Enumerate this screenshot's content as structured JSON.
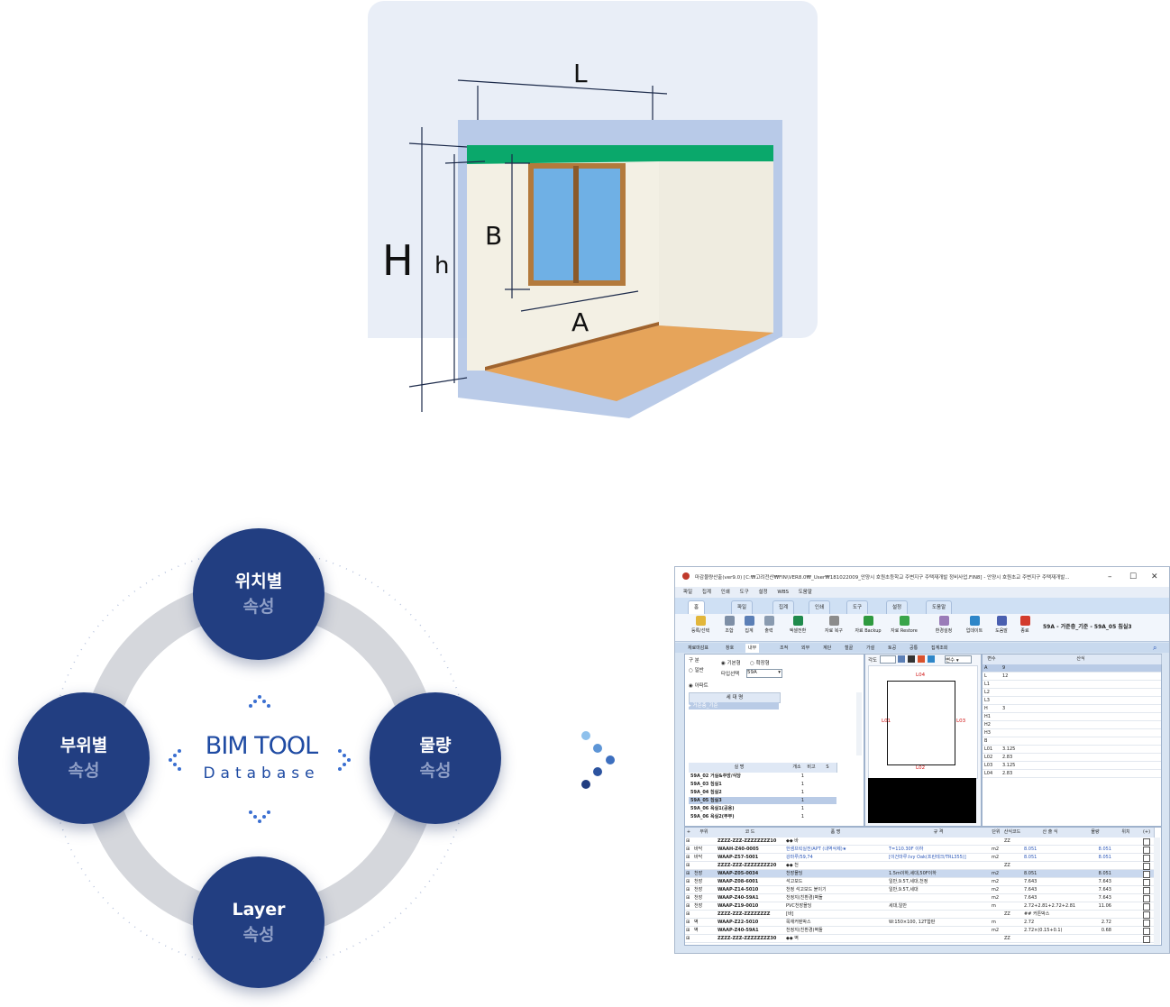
{
  "room": {
    "labels": {
      "L": "L",
      "H": "H",
      "h": "h",
      "B": "B",
      "A": "A"
    }
  },
  "diagram": {
    "center": {
      "title": "BIM TOOL",
      "subtitle": "Database"
    },
    "nodes": {
      "top": {
        "line1": "위치별",
        "line2": "속성"
      },
      "left": {
        "line1": "부위별",
        "line2": "속성"
      },
      "right": {
        "line1": "물량",
        "line2": "속성"
      },
      "bottom": {
        "line1": "Layer",
        "line2": "속성"
      }
    },
    "colors": {
      "node": "#223e81",
      "ring": "#d5d7dc",
      "accent": "#1f4ba3"
    }
  },
  "app": {
    "title": "마감물량산출(ver9.0) [C:₩고려전산₩FIN\\VER8.0₩_User₩181022009_안양시 호원초등학교 주변지구 주택재개발 정비사업.FIN8] - 안양시 호원초교 주변지구 주택재개발...",
    "window_buttons": [
      "–",
      "☐",
      "✕"
    ],
    "menu": [
      "파일",
      "집계",
      "인쇄",
      "도구",
      "설정",
      "WBS",
      "도움말"
    ],
    "ribbon_tabs": [
      "홈",
      "파일",
      "집계",
      "인쇄",
      "도구",
      "설정",
      "도움말"
    ],
    "ribbon_buttons": [
      "등록/선택",
      "조합",
      "집계",
      "출력",
      "엑셀전환",
      "자료 복구",
      "자료 Backup",
      "자료 Restore",
      "환경설정",
      "업데이트",
      "도움말",
      "종료"
    ],
    "ribbon_path": "59A - 거준층_기준 - 59A_05 침실3",
    "subtabs": [
      "재료마감표",
      "창호",
      "내부",
      "조적",
      "외부",
      "계단",
      "철골",
      "가설",
      "토공",
      "공통",
      "집계조회"
    ],
    "left_panel": {
      "group_label": "구 분",
      "radio_general": "일반",
      "radio_apartment": "아파트",
      "radio_basic": "기본형",
      "radio_extended": "확장형",
      "type_label": "타입선택",
      "type_value": "59A",
      "floor_header": "세 대 명",
      "floor_value": "거준층_기준",
      "room_headers": [
        "실 명",
        "개소",
        "비고",
        "S"
      ],
      "rooms": [
        {
          "name": "59A_02 거실&주방/식당",
          "count": "1"
        },
        {
          "name": "59A_03 침실1",
          "count": "1"
        },
        {
          "name": "59A_04 침실2",
          "count": "1"
        },
        {
          "name": "59A_05 침실3",
          "count": "1"
        },
        {
          "name": "59A_06 욕실1(공용)",
          "count": "1"
        },
        {
          "name": "59A_06 욕실2(부부)",
          "count": "1"
        }
      ]
    },
    "plan": {
      "toolbar_label": "각도",
      "dropdown": "변수",
      "labels": {
        "top": "L04",
        "left": "L01",
        "right": "L03",
        "bottom": "L02"
      }
    },
    "vars": {
      "headers": [
        "변수",
        "산식"
      ],
      "rows": [
        {
          "name": "A",
          "value": "9"
        },
        {
          "name": "L",
          "value": "12"
        },
        {
          "name": "L1",
          "value": ""
        },
        {
          "name": "L2",
          "value": ""
        },
        {
          "name": "L3",
          "value": ""
        },
        {
          "name": "H",
          "value": "3"
        },
        {
          "name": "H1",
          "value": ""
        },
        {
          "name": "H2",
          "value": ""
        },
        {
          "name": "H3",
          "value": ""
        },
        {
          "name": "B",
          "value": ""
        },
        {
          "name": "L01",
          "value": "3.125"
        },
        {
          "name": "L02",
          "value": "2.83"
        },
        {
          "name": "L03",
          "value": "3.125"
        },
        {
          "name": "L04",
          "value": "2.83"
        }
      ]
    },
    "bottom_grid": {
      "headers": [
        "+",
        "부위",
        "코 드",
        "품 명",
        "규 격",
        "단위",
        "산식코드",
        "산 출 식",
        "물량",
        "위치",
        "(+)"
      ],
      "rows": [
        {
          "part": "",
          "code": "ZZZZ-ZZZ-ZZZZZZZZ10",
          "name": "◆◆ 바",
          "spec": "",
          "unit": "",
          "fcode": "ZZ",
          "formula": "",
          "qty": ""
        },
        {
          "part": "바닥",
          "code": "WAAH-Z40-0005",
          "name": "한샘프릭실전/APT (내역삭제)★",
          "spec": "T=110.30F 이하",
          "unit": "m2",
          "fcode": "",
          "formula": "8.051",
          "qty": "8.051"
        },
        {
          "part": "바닥",
          "code": "WAAP-Z57-5001",
          "name": "강마루/59,74",
          "spec": "[이건마루:Ivy Oak(프린테크/TRL355)]",
          "unit": "m2",
          "fcode": "",
          "formula": "8.051",
          "qty": "8.051"
        },
        {
          "part": "",
          "code": "ZZZZ-ZZZ-ZZZZZZZZ20",
          "name": "◆◆ 천",
          "spec": "",
          "unit": "",
          "fcode": "ZZ",
          "formula": "",
          "qty": ""
        },
        {
          "part": "천장",
          "code": "WAAP-Z05-0034",
          "name": "천장몰딩",
          "spec": "1.5m이하,세대,50F이하",
          "unit": "m2",
          "fcode": "",
          "formula": "8.051",
          "qty": "8.051"
        },
        {
          "part": "천장",
          "code": "WAAP-Z08-6001",
          "name": "석고보드",
          "spec": "일반,9.5T,세대,천정",
          "unit": "m2",
          "fcode": "",
          "formula": "7.643",
          "qty": "7.643"
        },
        {
          "part": "천장",
          "code": "WAAP-Z14-5010",
          "name": "천정 석고보드 붙이기",
          "spec": "일반,9.5T,세대",
          "unit": "m2",
          "fcode": "",
          "formula": "7.643",
          "qty": "7.643"
        },
        {
          "part": "천장",
          "code": "WAAP-Z40-59A1",
          "name": "천정지(친환경)벽돌",
          "spec": "",
          "unit": "m2",
          "fcode": "",
          "formula": "7.643",
          "qty": "7.643"
        },
        {
          "part": "천장",
          "code": "WAAP-Z19-0010",
          "name": "PVC천장몰딩",
          "spec": "세대,일반",
          "unit": "m",
          "fcode": "",
          "formula": "2.72+2.81+2.72+2.81",
          "qty": "11.06"
        },
        {
          "part": "",
          "code": "ZZZZ-ZZZ-ZZZZZZZZ",
          "name": "[바]",
          "spec": "",
          "unit": "",
          "fcode": "ZZ",
          "formula": "## 커튼박스",
          "qty": ""
        },
        {
          "part": "벽",
          "code": "WAAP-Z22-5010",
          "name": "목재커텐박스",
          "spec": "W:150×100, 12T합판",
          "unit": "m",
          "fcode": "",
          "formula": "2.72",
          "qty": "2.72"
        },
        {
          "part": "벽",
          "code": "WAAP-Z40-59A1",
          "name": "천정지(친환경)벽돌",
          "spec": "",
          "unit": "m2",
          "fcode": "",
          "formula": "2.72×(0.15+0.1)",
          "qty": "0.68"
        },
        {
          "part": "",
          "code": "ZZZZ-ZZZ-ZZZZZZZZ30",
          "name": "◆◆ 벽",
          "spec": "",
          "unit": "",
          "fcode": "ZZ",
          "formula": "",
          "qty": ""
        }
      ]
    }
  }
}
